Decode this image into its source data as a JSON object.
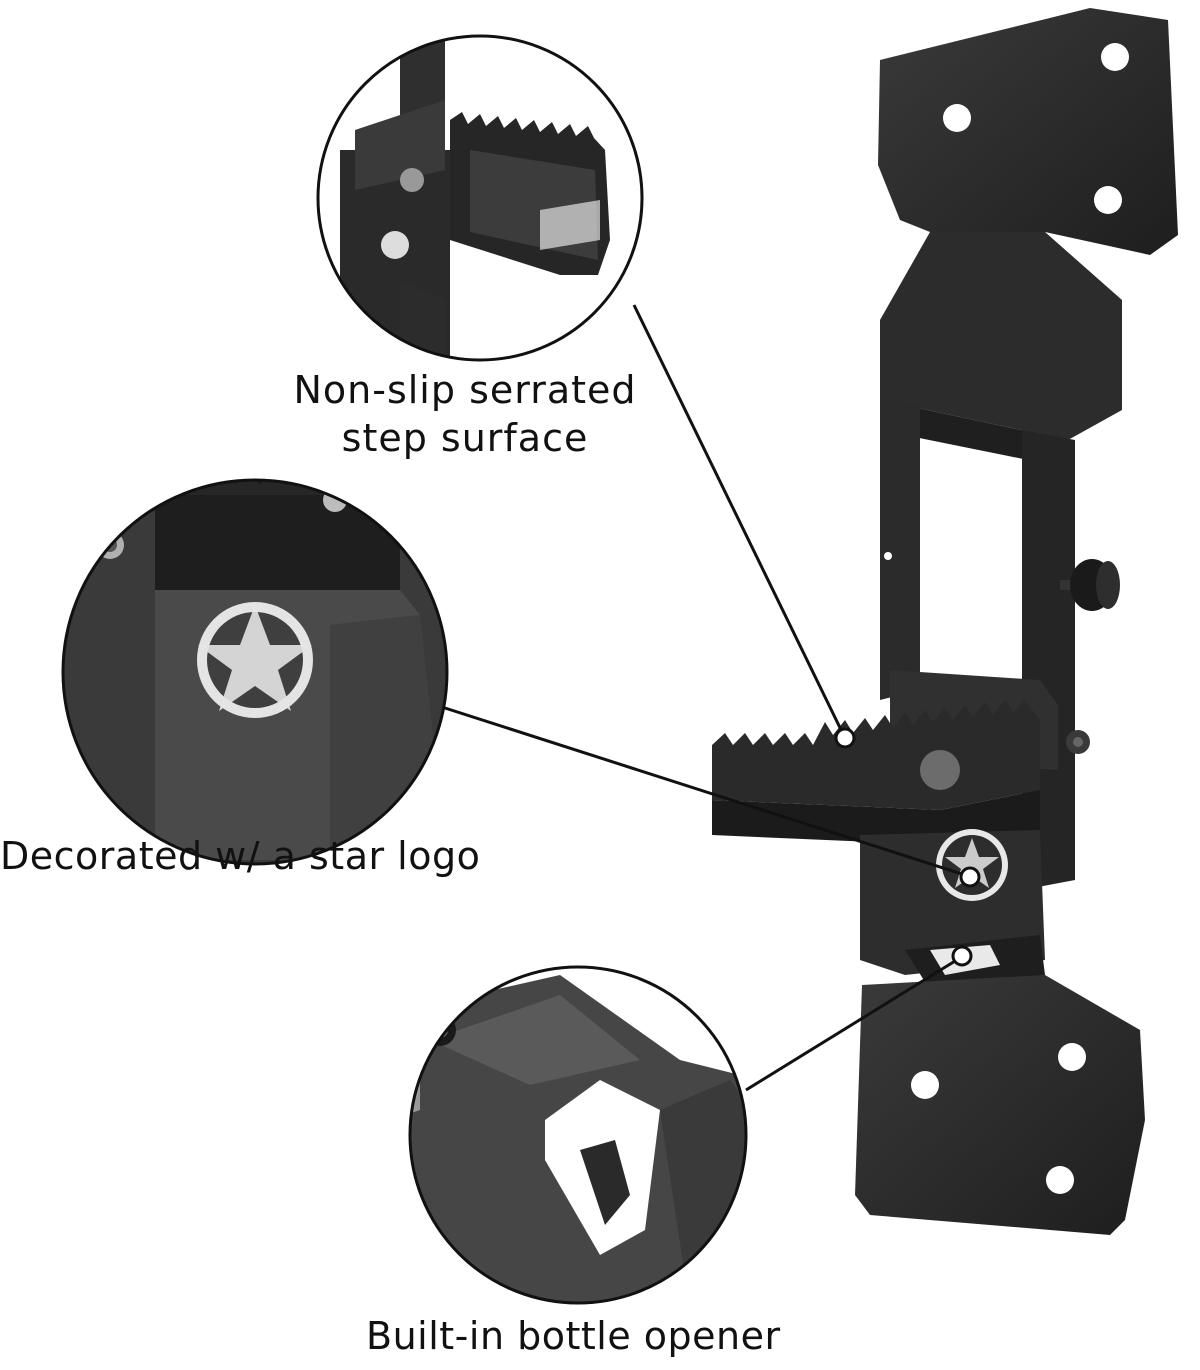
{
  "callouts": {
    "step_surface": {
      "line1": "Non-slip serrated",
      "line2": "step surface"
    },
    "star_logo": "Decorated w/ a star logo",
    "bottle_opener": "Built-in bottle opener"
  },
  "colors": {
    "background": "#ffffff",
    "metal": "#2a2a2a",
    "metal_light": "#4a4a4a",
    "callout_line": "#111111"
  }
}
